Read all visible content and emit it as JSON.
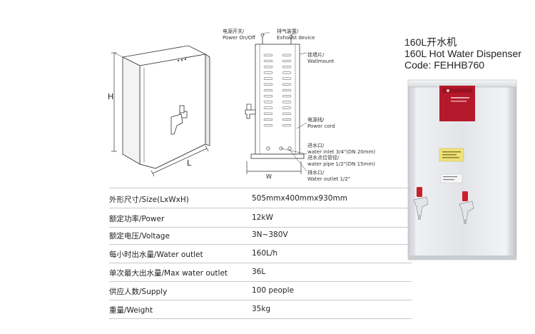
{
  "product_title": {
    "line1": "160L开水机",
    "line2": "160L Hot Water Dispenser",
    "line3": "Code: FEHHB760"
  },
  "dimension_labels": {
    "height": "H",
    "length": "L",
    "width": "W"
  },
  "callouts": {
    "power": {
      "cn": "电源开关/",
      "en": "Power On/Off"
    },
    "exhaust": {
      "cn": "排气装置/",
      "en": "Exhaust device"
    },
    "wallmount": {
      "cn": "挂墙片/",
      "en": "Wallmount"
    },
    "powercord": {
      "cn": "电源线/",
      "en": "Power cord"
    },
    "inlet": {
      "cn1": "进水口/",
      "en1": "water inlet 3/4\"(DN 20mm)",
      "cn2": "进水点位管径/",
      "en2": "water pipe 1/2\"(DN 15mm)"
    },
    "outlet": {
      "cn": "排水口/",
      "en": "Water outlet 1/2\""
    }
  },
  "specs": [
    {
      "label": "外形尺寸/Size(LxWxH)",
      "value": "505mmx400mmx930mm"
    },
    {
      "label": "额定功率/Power",
      "value": "12kW"
    },
    {
      "label": "额定电压/Voltage",
      "value": "3N~380V"
    },
    {
      "label": "每小时出水量/Water outlet",
      "value": "160L/h"
    },
    {
      "label": "单次最大出水量/Max water outlet",
      "value": "36L"
    },
    {
      "label": "供应人数/Supply",
      "value": "100 people"
    },
    {
      "label": "重量/Weight",
      "value": "35kg"
    }
  ],
  "colors": {
    "steel": "#dfe1e4",
    "panel_red": "#b5192b",
    "label_yellow": "#efe27a",
    "tap_red": "#c8202c"
  }
}
